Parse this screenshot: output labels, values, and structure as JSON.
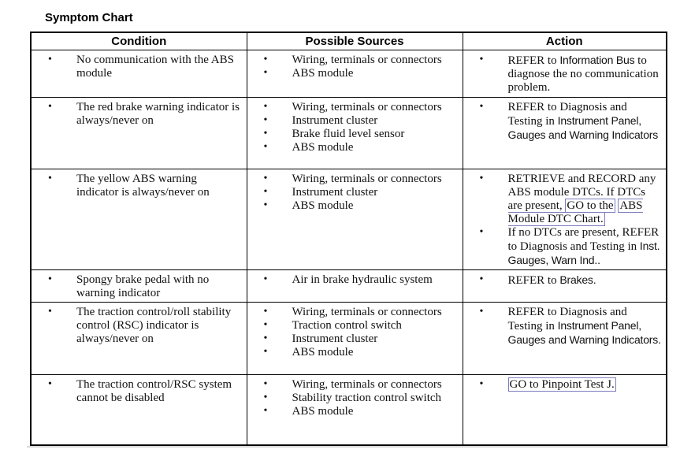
{
  "title": "Symptom Chart",
  "bullet_glyph": "•",
  "colors": {
    "text": "#121212",
    "table_border": "#000000",
    "link_box_border": "#7b7bbd",
    "background": "#ffffff"
  },
  "table": {
    "headers": [
      "Condition",
      "Possible Sources",
      "Action"
    ],
    "rows": [
      {
        "condition": [
          "No communication with the ABS module"
        ],
        "sources": [
          "Wiring, terminals or connectors",
          "ABS module"
        ],
        "action": [
          [
            {
              "t": "REFER to ",
              "f": "serif"
            },
            {
              "t": "Information Bus",
              "f": "sans"
            },
            {
              "t": " to diagnose the no communication problem.",
              "f": "serif"
            }
          ]
        ]
      },
      {
        "condition": [
          "The red brake warning indicator is always/never on"
        ],
        "sources": [
          "Wiring, terminals or connectors",
          "Instrument cluster",
          "Brake fluid level sensor",
          "ABS module"
        ],
        "action": [
          [
            {
              "t": "REFER to Diagnosis and Testing in ",
              "f": "serif"
            },
            {
              "t": "Instrument Panel, Gauges and Warning Indicators",
              "f": "sans"
            }
          ]
        ]
      },
      {
        "condition": [
          "The yellow ABS warning indicator is always/never on"
        ],
        "sources": [
          "Wiring, terminals or connectors",
          "Instrument cluster",
          "ABS module"
        ],
        "action": [
          [
            {
              "t": "RETRIEVE and RECORD any ABS module DTCs. If DTCs are present, ",
              "f": "serif"
            },
            {
              "t": "GO to the",
              "f": "serif",
              "link": true
            },
            {
              "t": " ",
              "f": "serif"
            },
            {
              "t": "ABS Module DTC Chart.",
              "f": "serif",
              "link": true
            }
          ],
          [
            {
              "t": "If no DTCs are present, REFER to Diagnosis and Testing in ",
              "f": "serif"
            },
            {
              "t": "Inst. Gauges, Warn Ind..",
              "f": "sans"
            }
          ]
        ]
      },
      {
        "condition": [
          "Spongy brake pedal with no warning indicator"
        ],
        "sources": [
          "Air in brake hydraulic system"
        ],
        "action": [
          [
            {
              "t": "REFER to ",
              "f": "serif"
            },
            {
              "t": "Brakes.",
              "f": "sans"
            }
          ]
        ]
      },
      {
        "condition": [
          "The traction control/roll stability control (RSC) indicator is always/never on"
        ],
        "sources": [
          "Wiring, terminals or connectors",
          "Traction control switch",
          "Instrument cluster",
          "ABS module"
        ],
        "action": [
          [
            {
              "t": "REFER to Diagnosis and Testing in ",
              "f": "serif"
            },
            {
              "t": "Instrument Panel, Gauges and Warning Indicators.",
              "f": "sans"
            }
          ]
        ]
      },
      {
        "condition": [
          "The traction control/RSC system cannot be disabled"
        ],
        "sources": [
          "Wiring, terminals or connectors",
          "Stability traction control switch",
          "ABS module"
        ],
        "action": [
          [
            {
              "t": "GO to Pinpoint Test J.",
              "f": "serif",
              "link": true
            }
          ]
        ]
      }
    ]
  }
}
